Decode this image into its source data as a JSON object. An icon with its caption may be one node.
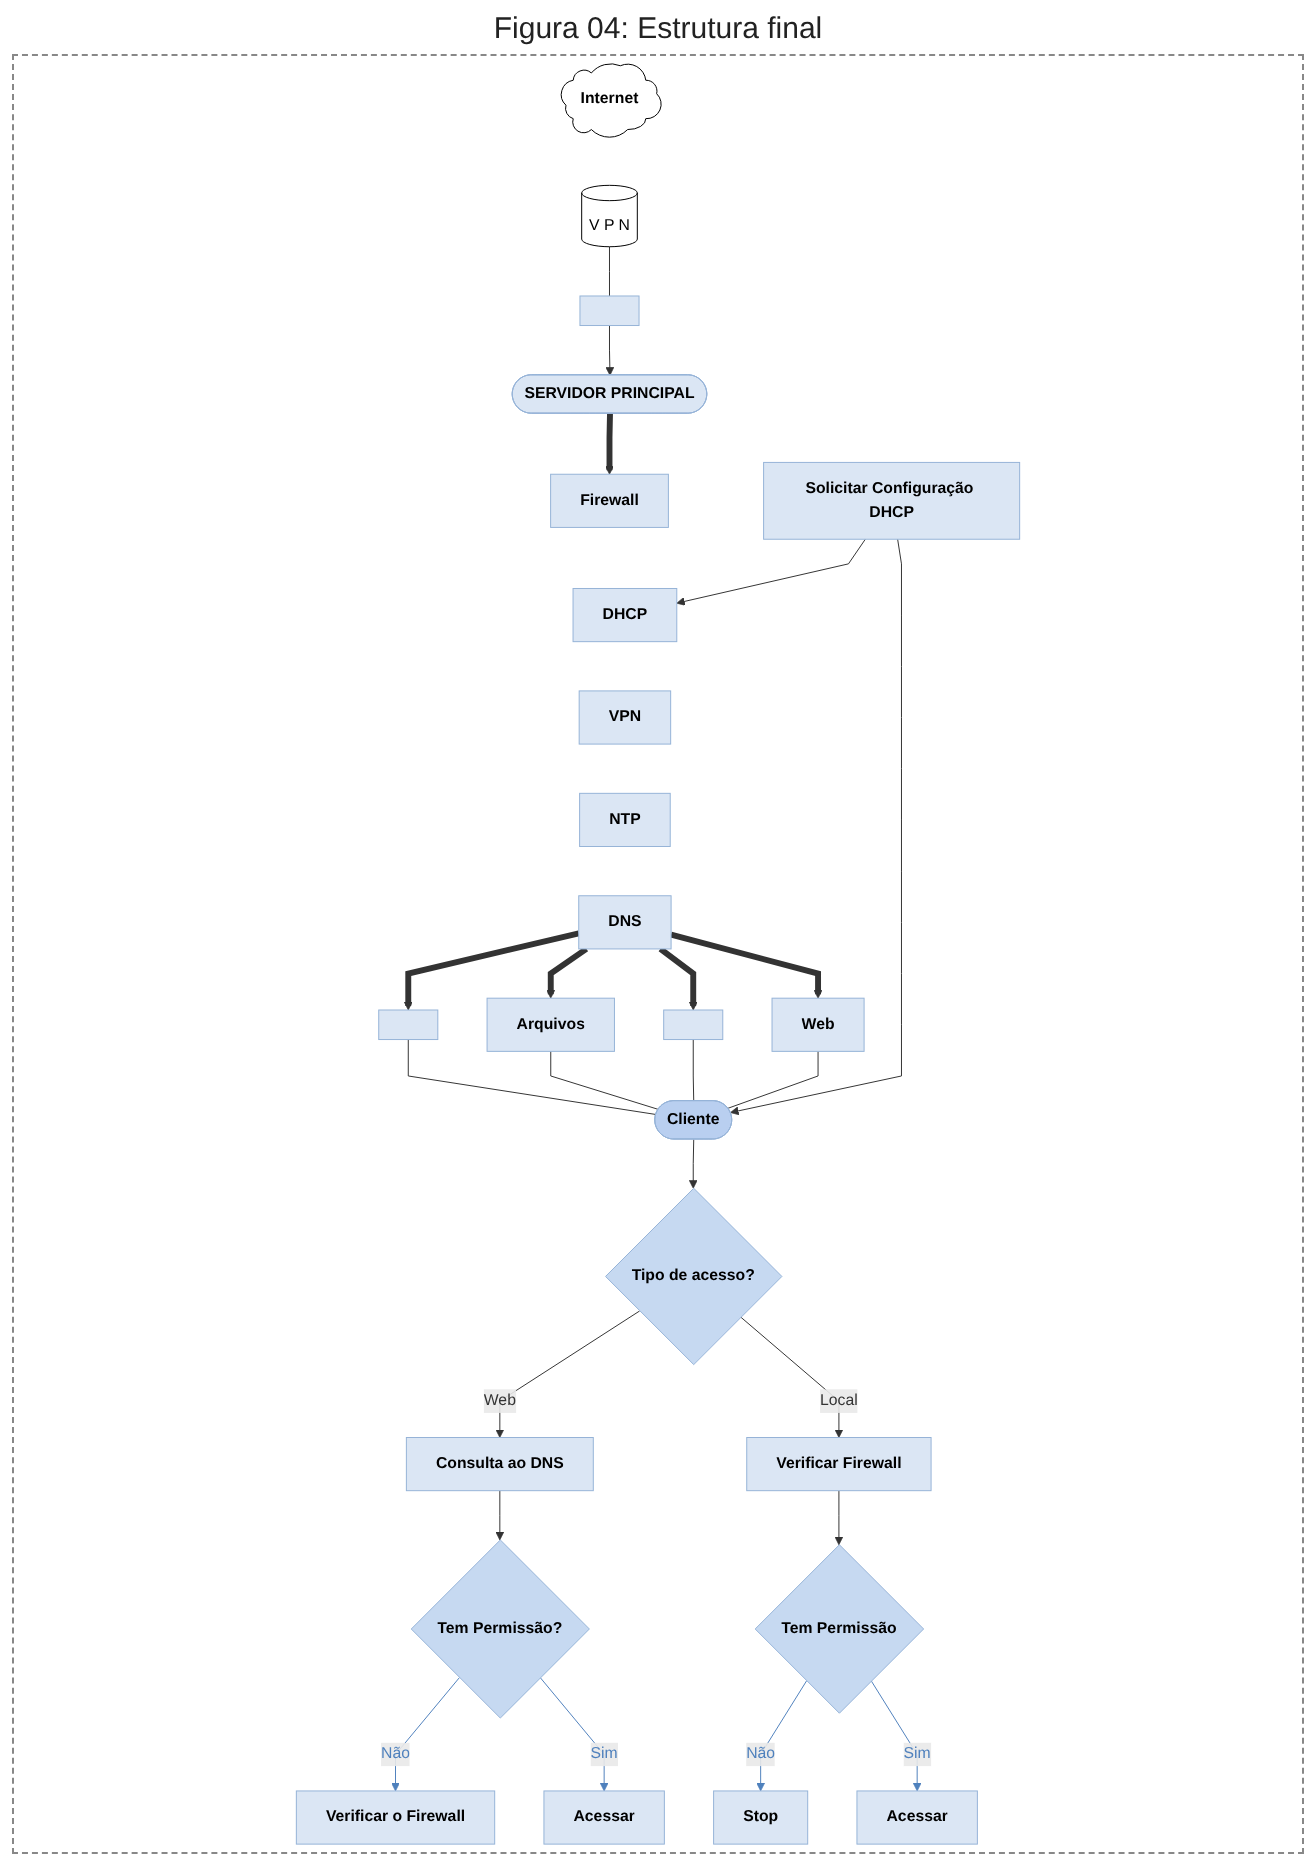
{
  "diagram": {
    "title": "Figura 04: Estrutura final",
    "nodes": [
      {
        "text": [
          "Internet"
        ]
      },
      {
        "text": [
          "V P N"
        ]
      },
      {
        "text": [],
        "shape": "box"
      },
      {
        "text": [
          "SERVIDOR PRINCIPAL"
        ]
      },
      {
        "text": [
          "Firewall"
        ]
      },
      {
        "text": [
          "DHCP"
        ]
      },
      {
        "text": [
          "VPN"
        ]
      },
      {
        "text": [
          "NTP"
        ]
      },
      {
        "text": [
          "DNS"
        ]
      },
      {
        "text": [
          "Solicitar Configuração DHCP"
        ]
      },
      {
        "text": [],
        "shape": "box"
      },
      {
        "text": [
          "Arquivos"
        ]
      },
      {
        "text": [],
        "shape": "box"
      },
      {
        "text": [
          "Web"
        ]
      },
      {
        "text": [
          "Cliente"
        ]
      },
      {
        "text": [
          "Tipo de acesso?"
        ]
      },
      {
        "text": [
          "Consulta ao DNS"
        ]
      },
      {
        "text": [
          "Verificar Firewall"
        ]
      },
      {
        "text": [
          "Tem Permissão?"
        ]
      },
      {
        "text": [
          "Tem Permissão"
        ]
      },
      {
        "text": [
          "Verificar o Firewall"
        ]
      },
      {
        "text": [
          "Acessar"
        ]
      },
      {
        "text": [
          "Stop"
        ]
      },
      {
        "text": [
          "Acessar"
        ]
      }
    ],
    "edges": [
      {
        "from": 1,
        "to": 2,
        "arrow": "none"
      },
      {
        "from": 2,
        "to": 3,
        "arrow": "to"
      },
      {
        "from": 3,
        "to": 4,
        "arrow": "to",
        "style": "thick"
      },
      {
        "from": 9,
        "to": 5,
        "arrow": "to"
      },
      {
        "from": 8,
        "to": 10,
        "arrow": "to",
        "style": "thick"
      },
      {
        "from": 8,
        "to": 11,
        "arrow": "to",
        "style": "thick"
      },
      {
        "from": 8,
        "to": 12,
        "arrow": "to",
        "style": "thick"
      },
      {
        "from": 8,
        "to": 13,
        "arrow": "to",
        "style": "thick"
      },
      {
        "from": 10,
        "to": 14,
        "arrow": "none"
      },
      {
        "from": 11,
        "to": 14,
        "arrow": "none"
      },
      {
        "from": 12,
        "to": 14,
        "arrow": "none"
      },
      {
        "from": 13,
        "to": 14,
        "arrow": "none"
      },
      {
        "from": 9,
        "to": 14,
        "arrow": "to"
      },
      {
        "from": 14,
        "to": 15,
        "arrow": "to"
      },
      {
        "from": 15,
        "to": 16,
        "label": "Web",
        "arrow": "to"
      },
      {
        "from": 15,
        "to": 17,
        "label": "Local",
        "arrow": "to"
      },
      {
        "from": 16,
        "to": 18,
        "arrow": "to"
      },
      {
        "from": 17,
        "to": 19,
        "arrow": "to"
      },
      {
        "from": 18,
        "to": 20,
        "label": "Não",
        "arrow": "to",
        "color": "#4f81bd"
      },
      {
        "from": 18,
        "to": 21,
        "label": "Sim",
        "arrow": "to",
        "color": "#4f81bd"
      },
      {
        "from": 19,
        "to": 22,
        "label": "Não",
        "arrow": "to",
        "color": "#4f81bd"
      },
      {
        "from": 19,
        "to": 23,
        "label": "Sim",
        "arrow": "to",
        "color": "#4f81bd"
      }
    ]
  }
}
